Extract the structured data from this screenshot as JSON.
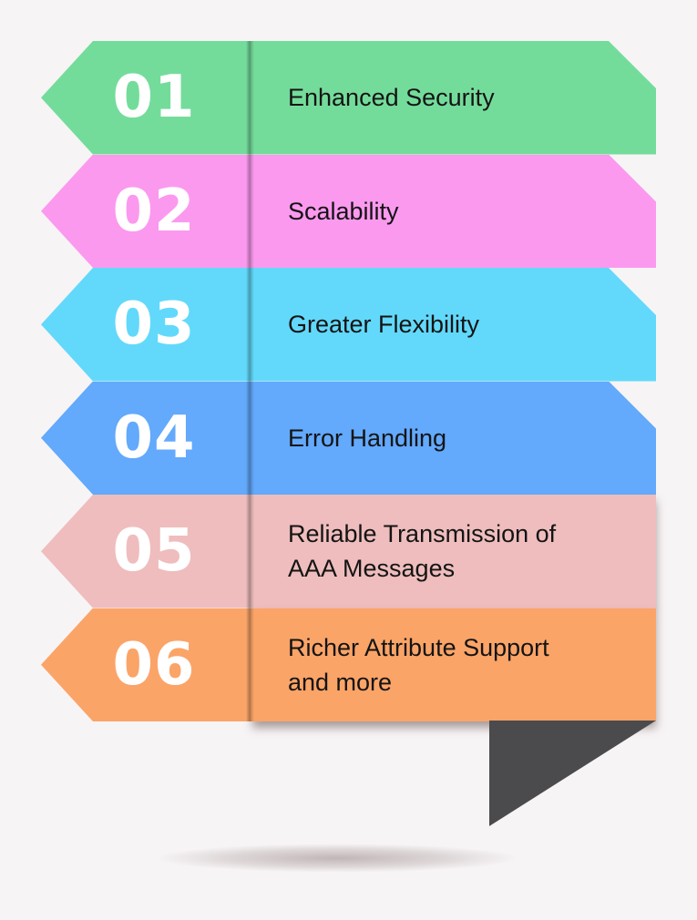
{
  "items": [
    {
      "number": "01",
      "label": "Enhanced Security",
      "color": "#74DC9B",
      "beveled": true
    },
    {
      "number": "02",
      "label": "Scalability",
      "color": "#FB99EF",
      "beveled": true
    },
    {
      "number": "03",
      "label": "Greater Flexibility",
      "color": "#62D9FB",
      "beveled": true
    },
    {
      "number": "04",
      "label": "Error Handling",
      "color": "#63A9FC",
      "beveled": true
    },
    {
      "number": "05",
      "label": "Reliable Transmission of\nAAA Messages",
      "color": "#EFBDBD",
      "beveled": false
    },
    {
      "number": "06",
      "label": "Richer Attribute Support\nand more",
      "color": "#FBA468",
      "beveled": false
    }
  ],
  "colors": {
    "background": "#F7F4F5",
    "tail": "#4B4B4D",
    "number_text": "#FFFFFF",
    "label_text": "#141414",
    "ground_shadow": "#B9AEAE"
  }
}
